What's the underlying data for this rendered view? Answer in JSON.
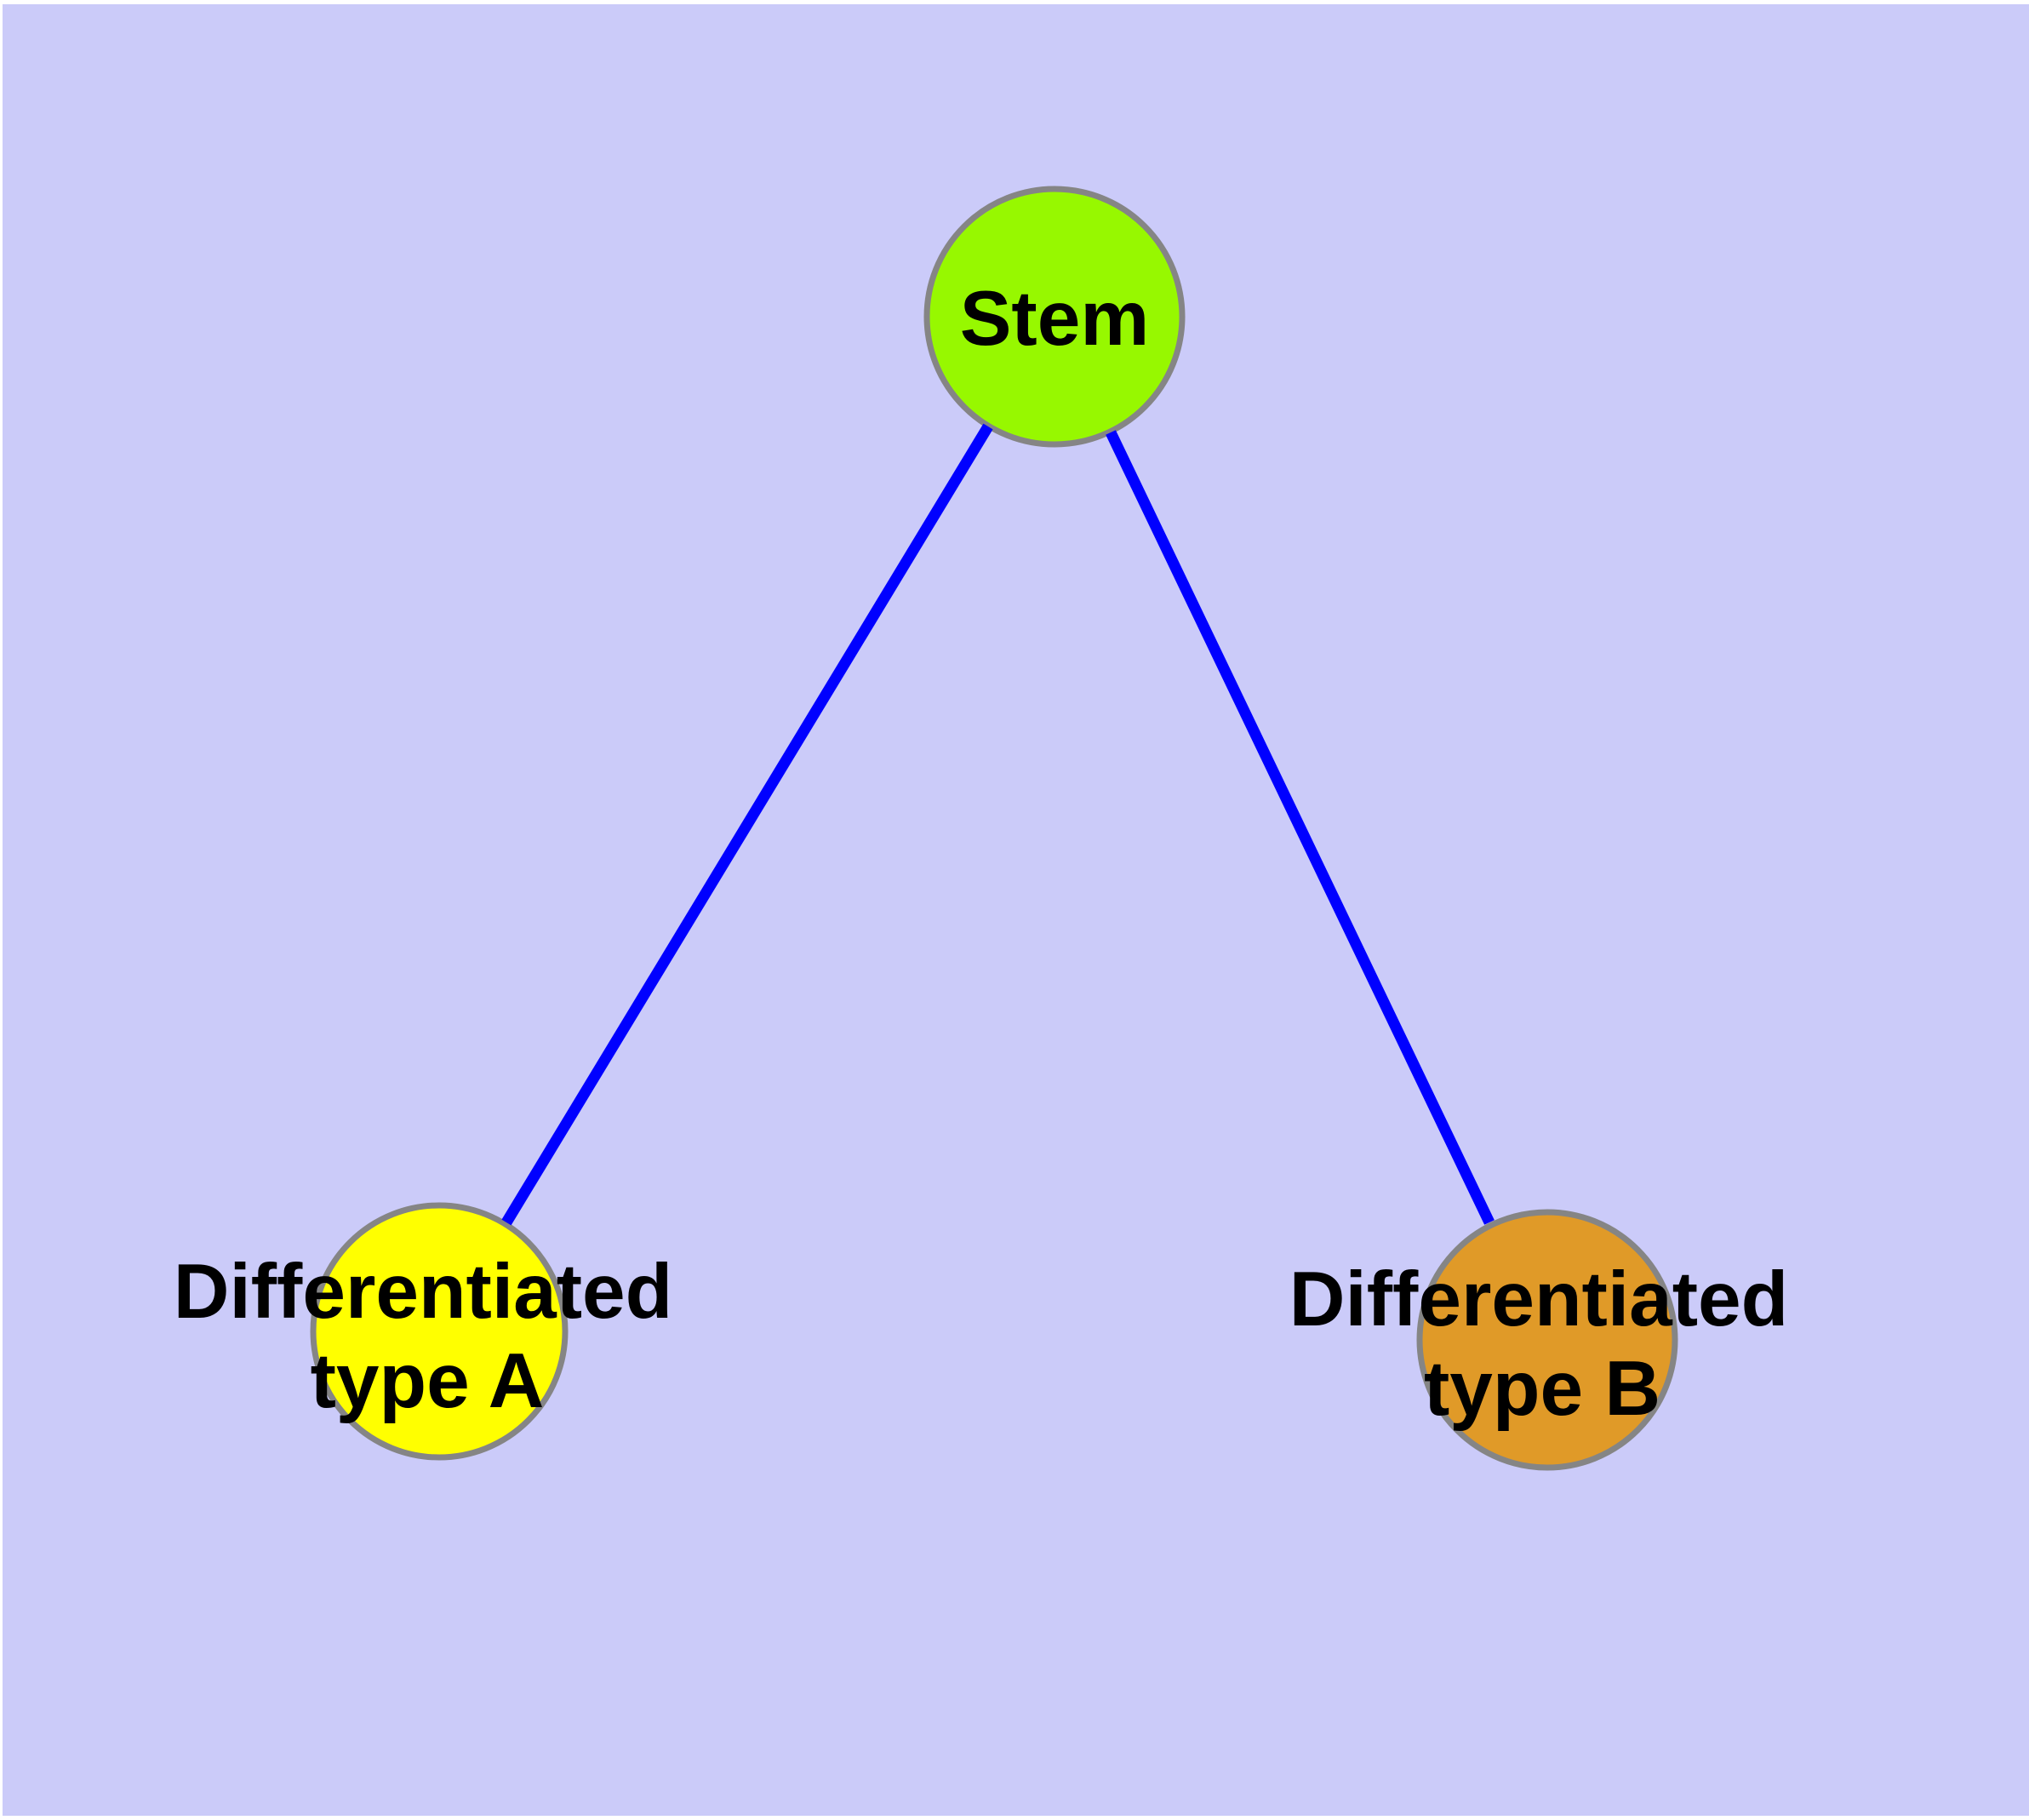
{
  "canvas": {
    "background": "#CBCBF9"
  },
  "labels": {
    "color": "#000000"
  },
  "nodes": {
    "stem": {
      "label": "Stem",
      "fill": "#97F800",
      "stroke": "#858585"
    },
    "type_a": {
      "label_line1": "Differentiated",
      "label_line2": "type A",
      "fill": "#FFFF00",
      "stroke": "#858585"
    },
    "type_b": {
      "label_line1": "Differentiated",
      "label_line2": "type B",
      "fill": "#E09A28",
      "stroke": "#858585"
    }
  },
  "edges": {
    "color": "#0000FF",
    "items": [
      {
        "from": "Stem",
        "to": "Differentiated type A"
      },
      {
        "from": "Stem",
        "to": "Differentiated type B"
      }
    ]
  }
}
